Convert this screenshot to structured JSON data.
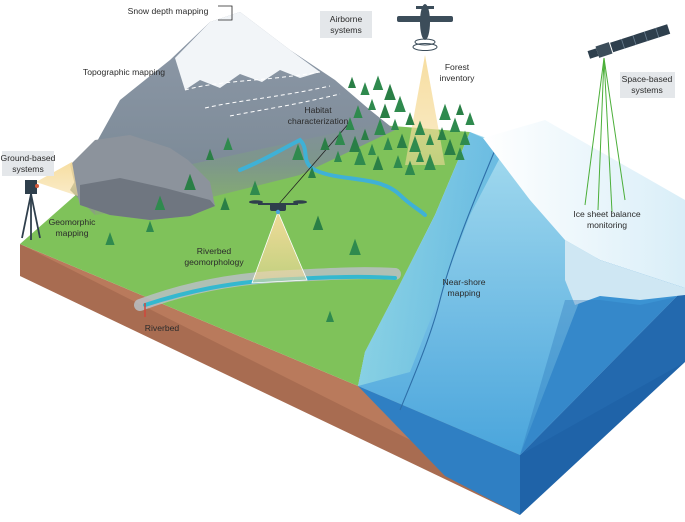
{
  "labels": {
    "snow_depth": "Snow depth mapping",
    "topographic": "Topographic mapping",
    "airborne_1": "Airborne",
    "airborne_2": "systems",
    "forest_1": "Forest",
    "forest_2": "inventory",
    "habitat_1": "Habitat",
    "habitat_2": "characterization",
    "ground_1": "Ground-based",
    "ground_2": "systems",
    "geomorphic_1": "Geomorphic",
    "geomorphic_2": "mapping",
    "riverbed_geo_1": "Riverbed",
    "riverbed_geo_2": "geomorphology",
    "riverbed": "Riverbed",
    "nearshore_1": "Near-shore",
    "nearshore_2": "mapping",
    "space_1": "Space-based",
    "space_2": "systems",
    "icesheet_1": "Ice sheet balance",
    "icesheet_2": "monitoring"
  },
  "icons": {
    "airplane": "airplane-icon",
    "satellite": "satellite-icon",
    "drone": "drone-icon",
    "tripod_scanner": "terrestrial-scanner-icon"
  },
  "colors": {
    "grass": "#7fc25a",
    "soil": "#b97a5c",
    "ocean": "#3a8fd0",
    "mountain": "#7f8d9e",
    "ice": "#e9f5fb",
    "beam": "#f4d48e",
    "tree": "#2f8a4e",
    "river": "#3fb1d6"
  }
}
